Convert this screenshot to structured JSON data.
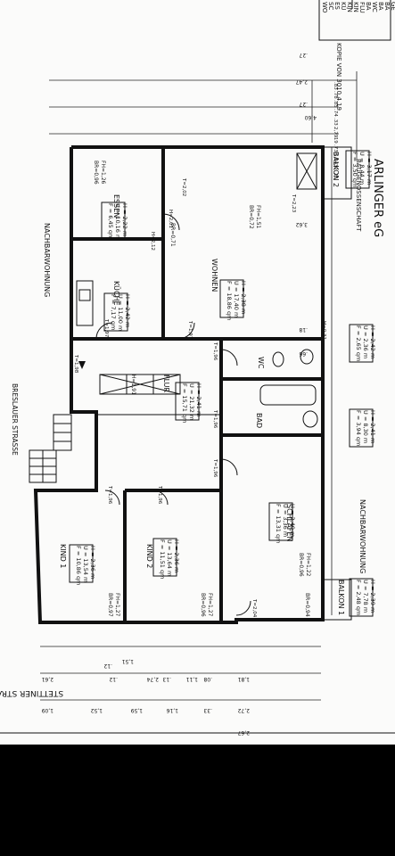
{
  "streets": {
    "top": "BRESLAUER STRASSE",
    "bottom": "STETTINER STRASSE"
  },
  "neighbors": {
    "left": "NACHBARWOHNUNG",
    "right": "NACHBARWOHNUNG"
  },
  "rooms": [
    {
      "id": "essen",
      "name": "ESSEN",
      "stats": [
        "F = 6,45 qm",
        "U = 10,16 m",
        "H = 2,22 m"
      ]
    },
    {
      "id": "kueche",
      "name": "KÜCHE",
      "stats": [
        "F = 7,17 qm",
        "U = 11,00 m",
        "H = 2,42 m"
      ]
    },
    {
      "id": "wohnen",
      "name": "WOHNEN",
      "stats": [
        "F = 18,86 qm",
        "U = 17,40 m",
        "H = 2,38 m"
      ]
    },
    {
      "id": "flur",
      "name": "FLUR",
      "stats": [
        "F = 15,71 qm",
        "U = 21,32 m",
        "H = 2,41 m"
      ]
    },
    {
      "id": "wc",
      "name": "WC",
      "stats": [
        "F = 2,65 qm",
        "U = 2,36 m",
        "H = 2,42 m"
      ]
    },
    {
      "id": "bad",
      "name": "BAD",
      "stats": [
        "F = 3,94 qm",
        "U = 8,30 m",
        "H = 2,41 m"
      ]
    },
    {
      "id": "schlafen",
      "name": "SCHLAFEN",
      "stats": [
        "F = 13,31 qm",
        "U = 3,36 m",
        "H = 2,40 m"
      ]
    },
    {
      "id": "kind1",
      "name": "KIND 1",
      "stats": [
        "F = 10,86 qm",
        "U = 13,54 m",
        "H = 2,36 m"
      ]
    },
    {
      "id": "kind2",
      "name": "KIND 2",
      "stats": [
        "F = 11,51 qm",
        "U = 13,64 m",
        "H = 2,36 m"
      ]
    },
    {
      "id": "balkon1",
      "name": "BALKON 1",
      "stats": [
        "F = 2,48 qm",
        "U = 7,78 m",
        "H = 2,39 m"
      ]
    },
    {
      "id": "balkon2",
      "name": "BALKON 2",
      "stats": [
        "F = 3,50 qm",
        "U = 8,44 m",
        "H = 3,17 m"
      ]
    }
  ],
  "small_labels": {
    "essen_window": [
      "BR=0,96",
      "FH=1,26"
    ],
    "wohnen_window": [
      "BR=0,72",
      "FH=1,51"
    ],
    "wohnen_top": "BR=0,71",
    "schlafen_window": [
      "BR=0,96",
      "FH=1,22"
    ],
    "kind2_window": [
      "BR=0,96",
      "FH=1,27"
    ],
    "kind1_window": [
      "BR=0,97",
      "FH=1,27"
    ],
    "balkon1_window": "BR=0,94",
    "flur_h": "H=1,91",
    "doors": [
      "H=2,12",
      "H=2,01",
      "T=2,02",
      "T=2,23",
      "T=1,97",
      "T=1,97",
      "T=1,98",
      "T=1,96",
      "T=1,96",
      "T=1,96",
      "T=1,96",
      "T=1,96",
      "T=2,04",
      "H=0,31"
    ]
  },
  "dims_right": [
    "2,47",
    ".27",
    ".27",
    "3,62",
    ".18",
    ".66",
    "4,60"
  ],
  "dims_right_inner": [
    ".83",
    ".78",
    ".85",
    ".74",
    ".33",
    "2,79",
    ".19",
    ".73",
    "1,64",
    ".32",
    ".25"
  ],
  "dims_left": [
    "1,09",
    "2,61",
    "1,52",
    "1,59",
    "2,74",
    "1,16",
    ".12",
    ".13",
    "1,11",
    "1,81",
    ".08",
    "2,72",
    "2,67",
    ".33",
    "1,51",
    ".12"
  ],
  "copy_note": "KOPIE VON 3010.4.19",
  "company": {
    "line1": "BAUGENOSSENSCHAFT",
    "line2": "ARLINGER eG"
  },
  "legend_fragments": [
    "WO",
    "SC",
    "ES",
    "KÜ",
    "KIN",
    "KIN",
    "FLU",
    "BA",
    "WC",
    "BA",
    "BA",
    "GE"
  ]
}
